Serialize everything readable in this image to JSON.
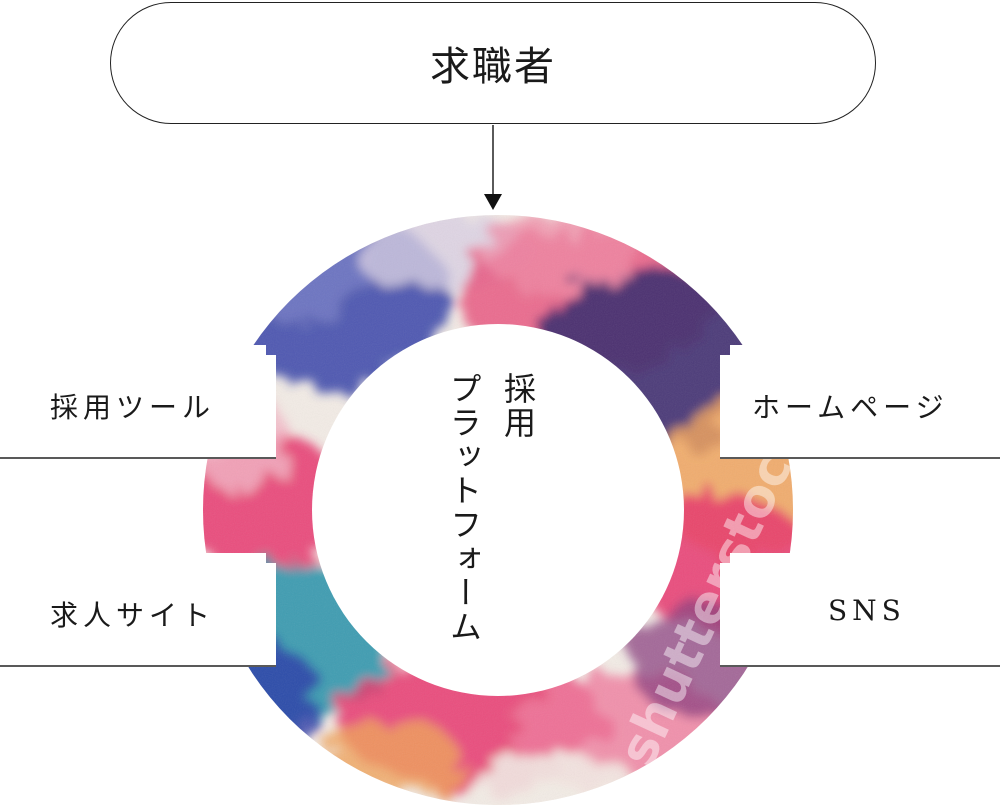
{
  "title": "求職者",
  "center": {
    "line1": "採用",
    "line2": "プラットフォーム"
  },
  "left": {
    "top": "採用ツール",
    "bottom": "求人サイト"
  },
  "right": {
    "top": "ホームページ",
    "bottom": "SNS"
  },
  "watermark_text": "shutterstock",
  "colors": {
    "line": "#222222",
    "accent_pink": "#e8346b",
    "accent_purple": "#3b2a6e",
    "accent_blue": "#2a3aa8",
    "accent_teal": "#1f8fa8",
    "accent_orange": "#f0a25a"
  }
}
